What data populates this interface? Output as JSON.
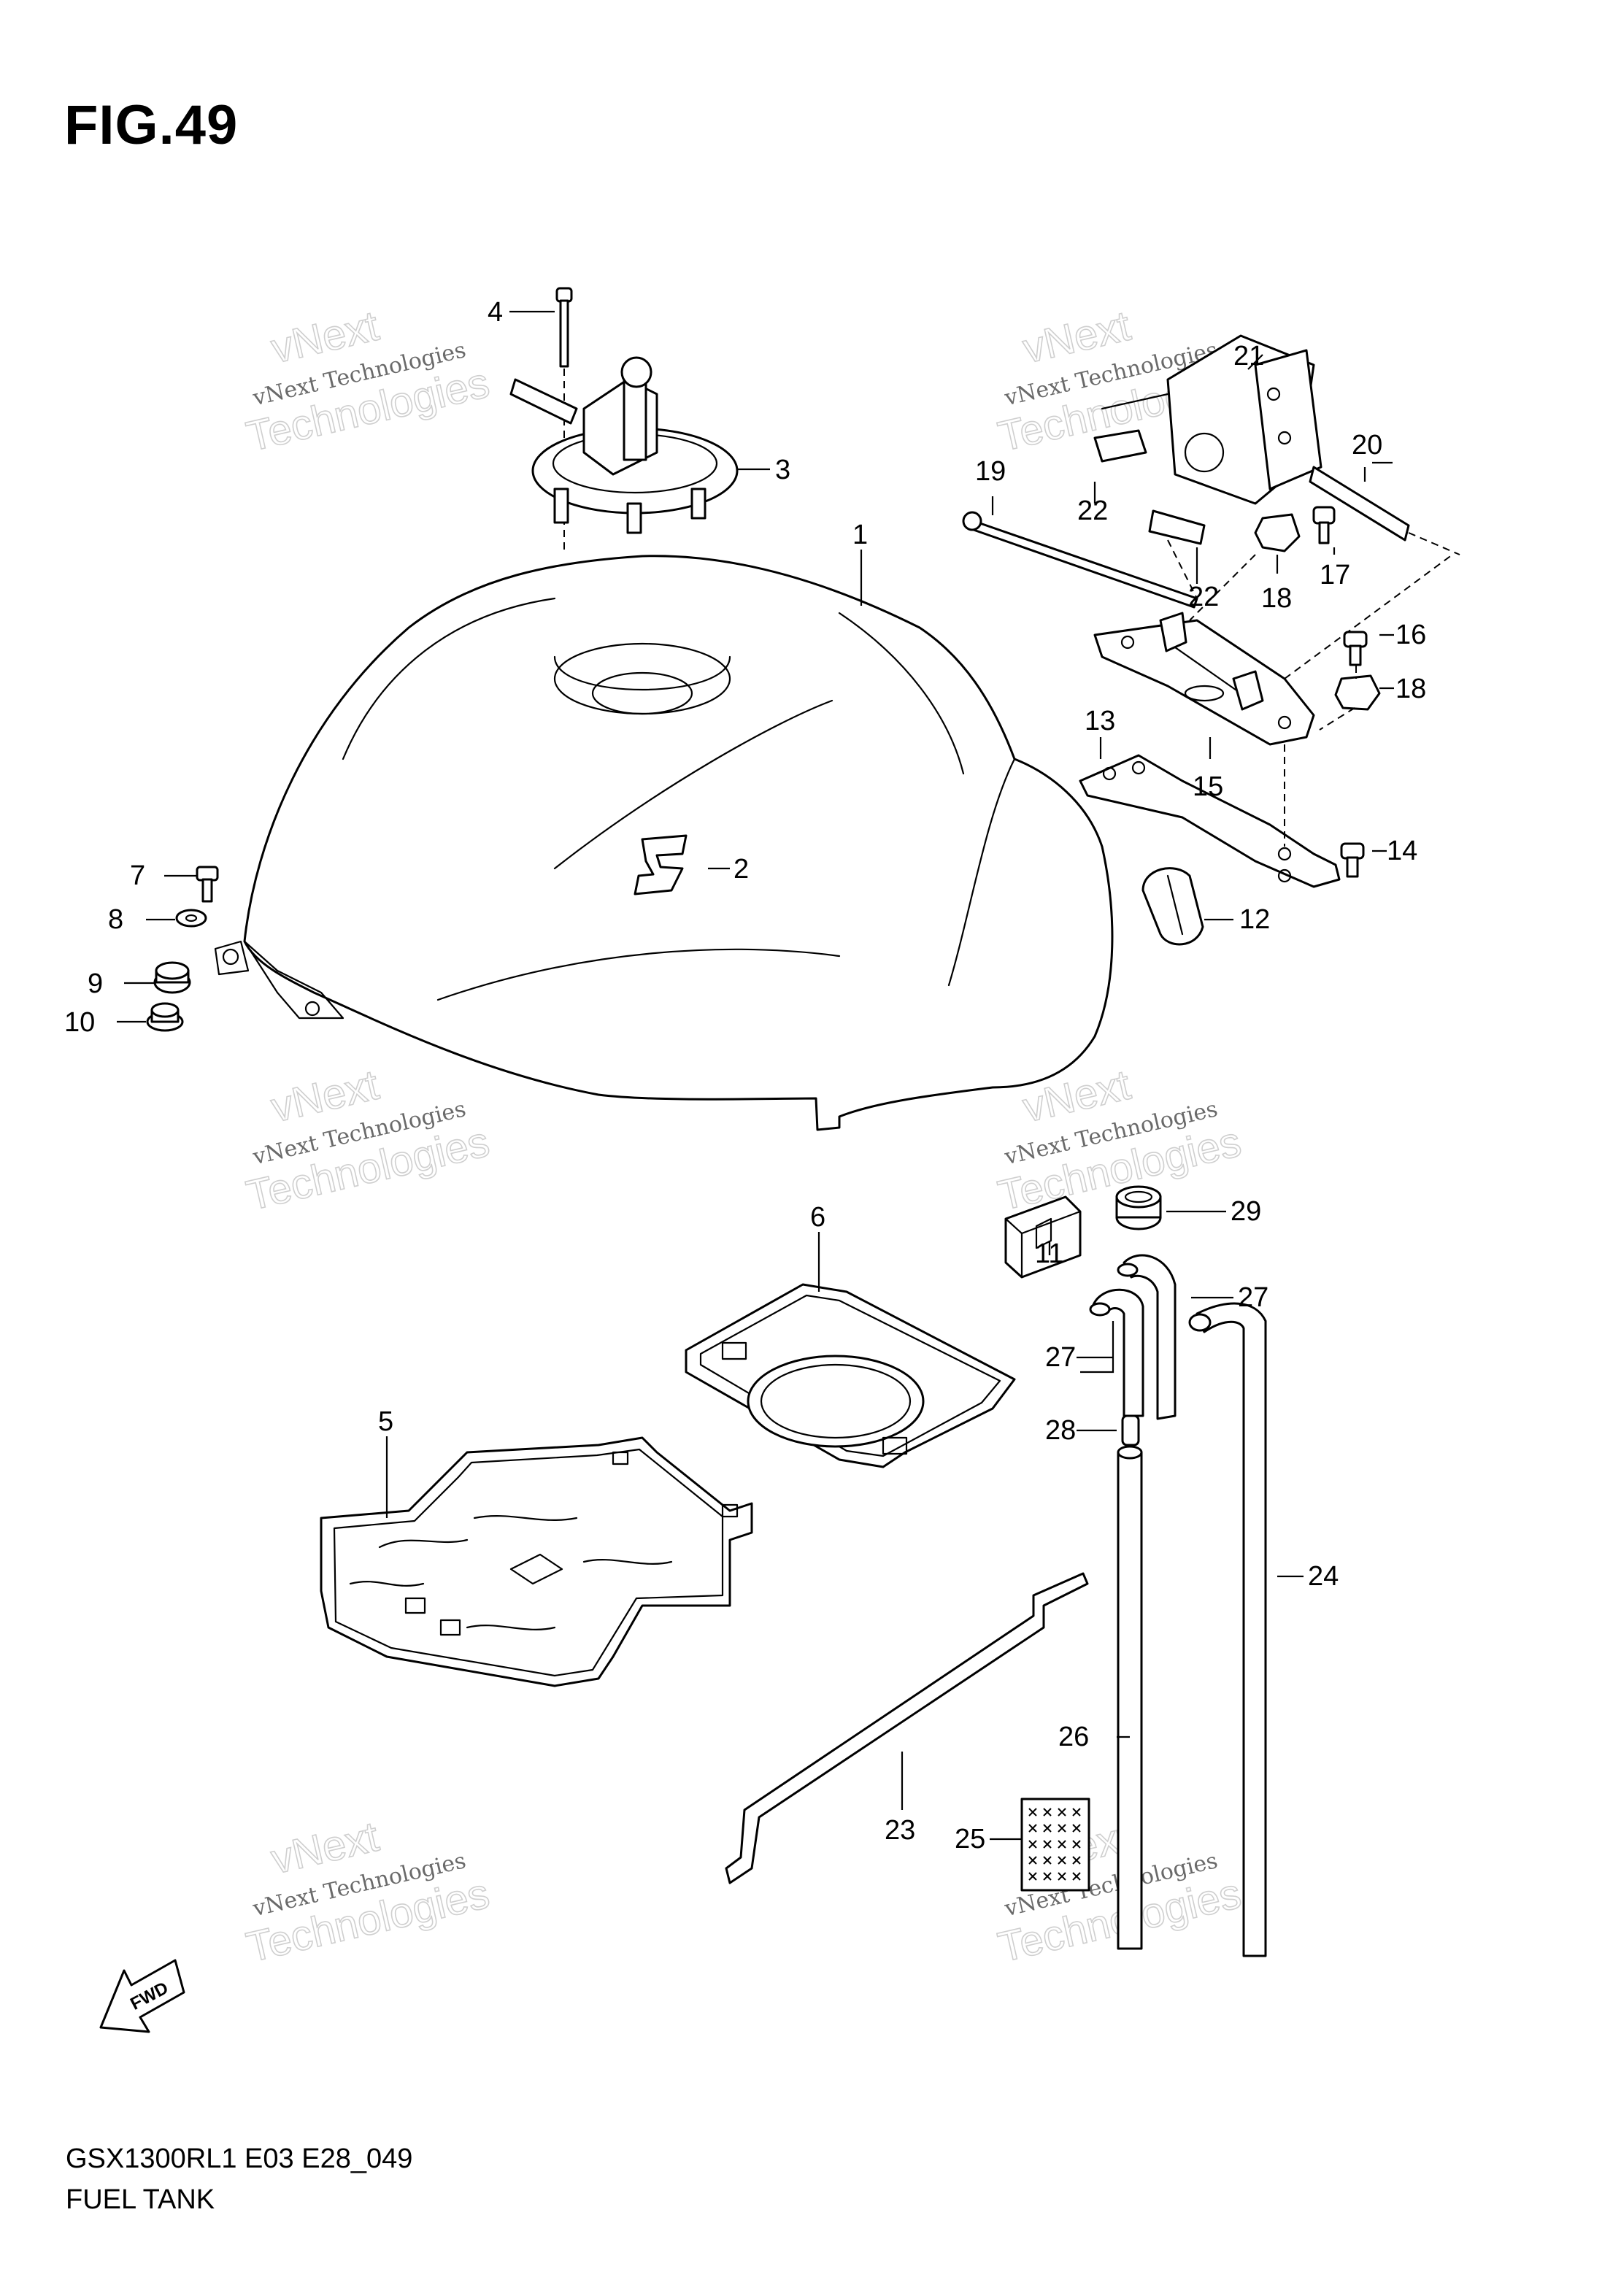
{
  "figure": {
    "title": "FIG.49",
    "model_code": "GSX1300RL1 E03 E28_049",
    "name": "FUEL TANK"
  },
  "watermark": {
    "brand": "vNext",
    "line": "vNext Technologies",
    "sub": "Technologies"
  },
  "direction_badge": {
    "label": "FWD",
    "icon": "fwd-arrow-icon"
  },
  "callouts": [
    "1",
    "2",
    "3",
    "4",
    "5",
    "6",
    "7",
    "8",
    "9",
    "10",
    "11",
    "12",
    "13",
    "14",
    "15",
    "16",
    "17",
    "18",
    "18",
    "19",
    "20",
    "21",
    "22",
    "22",
    "23",
    "24",
    "25",
    "26",
    "27",
    "27",
    "28",
    "29"
  ],
  "colors": {
    "ink": "#000000",
    "background": "#ffffff",
    "watermark": "#cfcfcf"
  }
}
